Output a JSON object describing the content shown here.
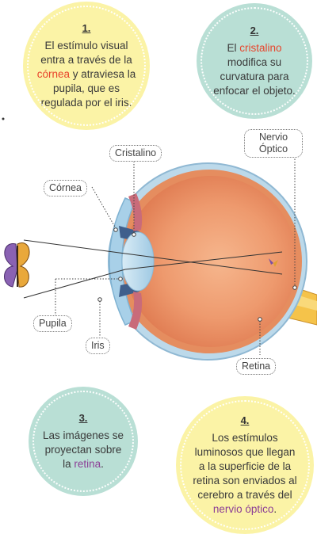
{
  "bubbles": [
    {
      "num": "1.",
      "pre": "El estímulo visual entra a través de la ",
      "hl1": "córnea",
      "mid": " y atraviesa la pupila, que es regulada por el iris."
    },
    {
      "num": "2.",
      "pre": "El ",
      "hl1": "cristalino",
      "mid": " modifica su curvatura para enfocar el objeto."
    },
    {
      "num": "3.",
      "pre": "Las imágenes se proyectan sobre la ",
      "hl1": "retina",
      "mid": "."
    },
    {
      "num": "4.",
      "pre": "Los estímulos luminosos que llegan a la superficie de la retina son enviados al cerebro a través del ",
      "hl1": "nervio óptico",
      "mid": "."
    }
  ],
  "labels": {
    "cristalino": "Cristalino",
    "nervio": "Nervio Óptico",
    "cornea": "Córnea",
    "pupila": "Pupila",
    "iris": "Iris",
    "retina": "Retina"
  },
  "colors": {
    "yellow_bubble": "#fbf3a6",
    "teal_bubble": "#b9dfd5",
    "highlight_red": "#e8452c",
    "highlight_purple": "#8c3f96"
  }
}
